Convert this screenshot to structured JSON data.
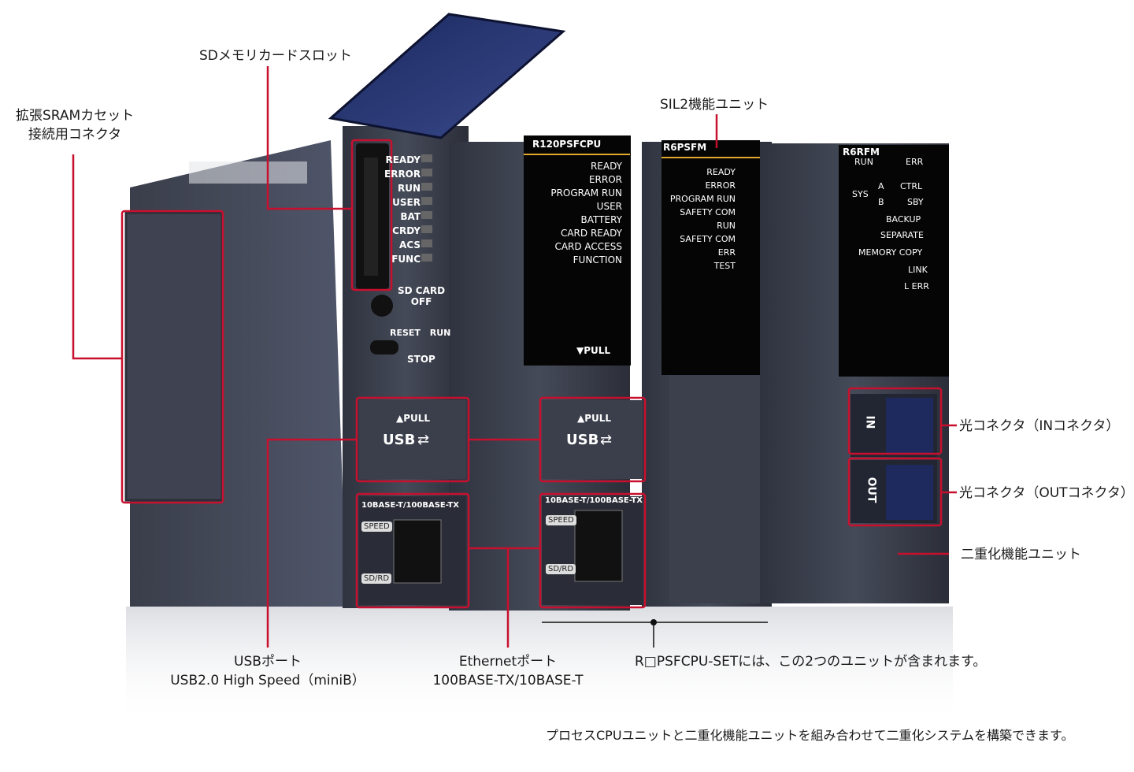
{
  "labels": {
    "sd_slot": "SDメモリカードスロット",
    "sram_line1": "拡張SRAMカセット",
    "sram_line2": "接続用コネクタ",
    "sil2": "SIL2機能ユニット",
    "optical_in": "光コネクタ（INコネクタ）",
    "optical_out": "光コネクタ（OUTコネクタ）",
    "redundant_unit": "二重化機能ユニット",
    "usb_line1": "USBポート",
    "usb_line2": "USB2.0 High Speed（miniB）",
    "eth_line1": "Ethernetポート",
    "eth_line2": "100BASE-TX/10BASE-T",
    "set_note": "R□PSFCPU-SETには、この2つのユニットが含まれます。",
    "bottom_note": "プロセスCPUユニットと二重化機能ユニットを組み合わせて二重化システムを構築できます。"
  },
  "cpu_leds": [
    "READY",
    "ERROR",
    "RUN",
    "USER",
    "BAT",
    "CRDY",
    "ACS",
    "FUNC"
  ],
  "cpu_panel": {
    "sd_card": "SD CARD",
    "off": "OFF",
    "reset": "RESET",
    "run": "RUN",
    "stop": "STOP",
    "pull": "▲PULL",
    "usb": "USB",
    "eth_header": "10BASE-T/100BASE-TX",
    "speed": "SPEED",
    "sdrd": "SD/RD"
  },
  "module_r120": {
    "model": "R120PSFCPU",
    "leds": [
      "READY",
      "ERROR",
      "PROGRAM RUN",
      "USER",
      "BATTERY",
      "CARD READY",
      "CARD ACCESS",
      "FUNCTION"
    ],
    "pull": "▼PULL"
  },
  "module_r6psfm": {
    "model": "R6PSFM",
    "leds": [
      "READY",
      "ERROR",
      "PROGRAM RUN",
      "SAFETY COM RUN",
      "SAFETY COM ERR",
      "TEST"
    ]
  },
  "module_r6rfm": {
    "model": "R6RFM",
    "leds": [
      "RUN",
      "ERR",
      "SYS",
      "A",
      "B",
      "CTRL",
      "SBY",
      "BACKUP",
      "SEPARATE",
      "MEMORY COPY",
      "LINK",
      "L ERR"
    ],
    "in": "IN",
    "out": "OUT"
  },
  "colors": {
    "callout": "#c8102e",
    "module": "#3b3f4c",
    "module_dark": "#262933",
    "panel_black": "#050505"
  }
}
